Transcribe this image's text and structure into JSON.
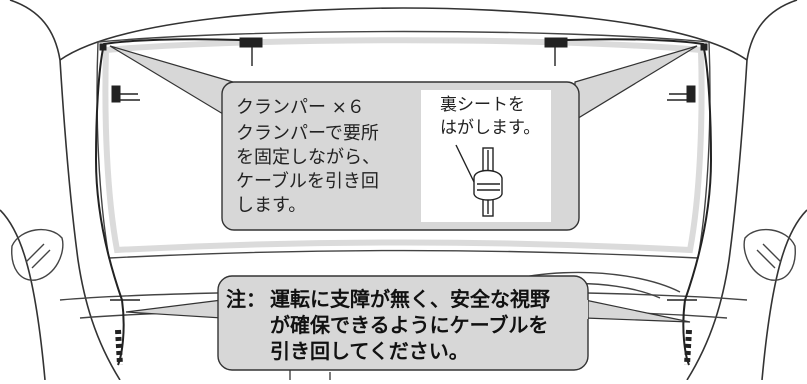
{
  "callout": {
    "title": "クランパー ×６",
    "instruction": "クランパーで要所\nを固定しながら、\nケーブルを引き回\nします。"
  },
  "peel_label": "裏シートを\nはがします。",
  "note": {
    "prefix": "注：",
    "text": "運転に支障が無く、安全な視野\nが確保できるようにケーブルを\n引き回してください。"
  },
  "colors": {
    "callout_fill": "#d7d7d7",
    "line": "#333333",
    "inset_fill": "#ffffff"
  }
}
